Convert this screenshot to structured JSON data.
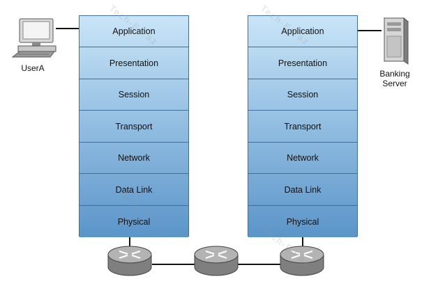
{
  "left_stack": {
    "layers": [
      "Application",
      "Presentation",
      "Session",
      "Transport",
      "Network",
      "Data Link",
      "Physical"
    ]
  },
  "right_stack": {
    "layers": [
      "Application",
      "Presentation",
      "Session",
      "Transport",
      "Network",
      "Data Link",
      "Physical"
    ]
  },
  "endpoints": {
    "client_label": "UserA",
    "server_label_line1": "Banking",
    "server_label_line2": "Server"
  },
  "watermark": "Tech-Ed.az",
  "colors": {
    "layer_top": "#c9e5f8",
    "layer_bottom": "#5a95c9",
    "border": "#3f6f98",
    "router_body": "#8f8f8f",
    "link": "#111111"
  },
  "icons": {
    "client": "desktop-computer-icon",
    "server": "tower-server-icon",
    "routers": [
      "router-icon",
      "router-icon",
      "router-icon"
    ]
  }
}
